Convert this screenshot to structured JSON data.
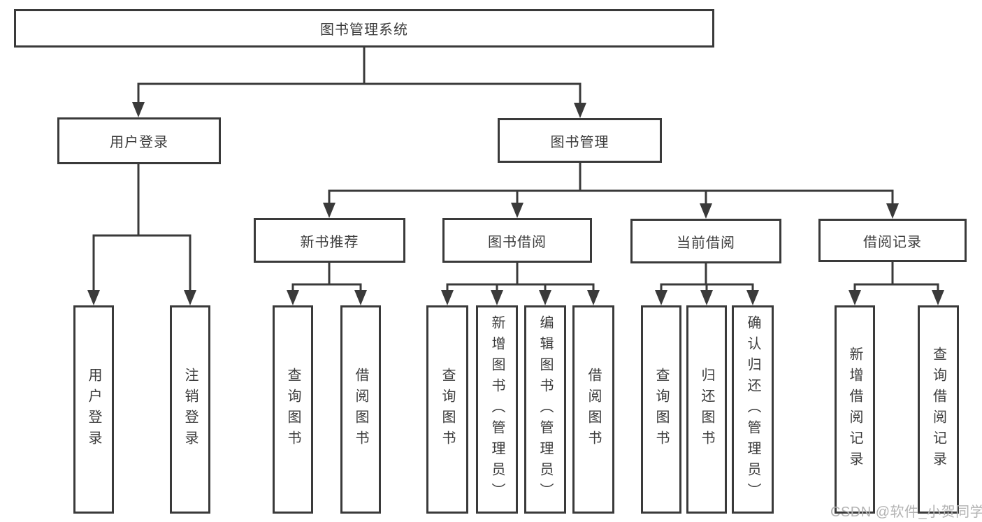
{
  "diagram": {
    "title": "图书管理系统",
    "level2": {
      "user_login": "用户登录",
      "book_mgmt": "图书管理"
    },
    "level3": {
      "new_book_rec": "新书推荐",
      "book_borrow": "图书借阅",
      "current_borrow": "当前借阅",
      "borrow_records": "借阅记录"
    },
    "leaves": {
      "user_login_fn": "用户登录",
      "logout_fn": "注销登录",
      "rec_query_books": "查询图书",
      "rec_borrow_books": "借阅图书",
      "bb_query_books": "查询图书",
      "bb_add_books": "新增图书（管理员）",
      "bb_edit_books": "编辑图书（管理员）",
      "bb_borrow_books": "借阅图书",
      "cur_query_books": "查询图书",
      "cur_return_books": "归还图书",
      "cur_confirm_return": "确认归还（管理员）",
      "rcd_add_record": "新增借阅记录",
      "rcd_query_record": "查询借阅记录"
    }
  },
  "watermark": "CSDN @软件_小贺同学",
  "colors": {
    "line": "#3a3a3a",
    "text": "#3c3c3c",
    "watermark": "#b3b3b3",
    "background": "#ffffff"
  }
}
